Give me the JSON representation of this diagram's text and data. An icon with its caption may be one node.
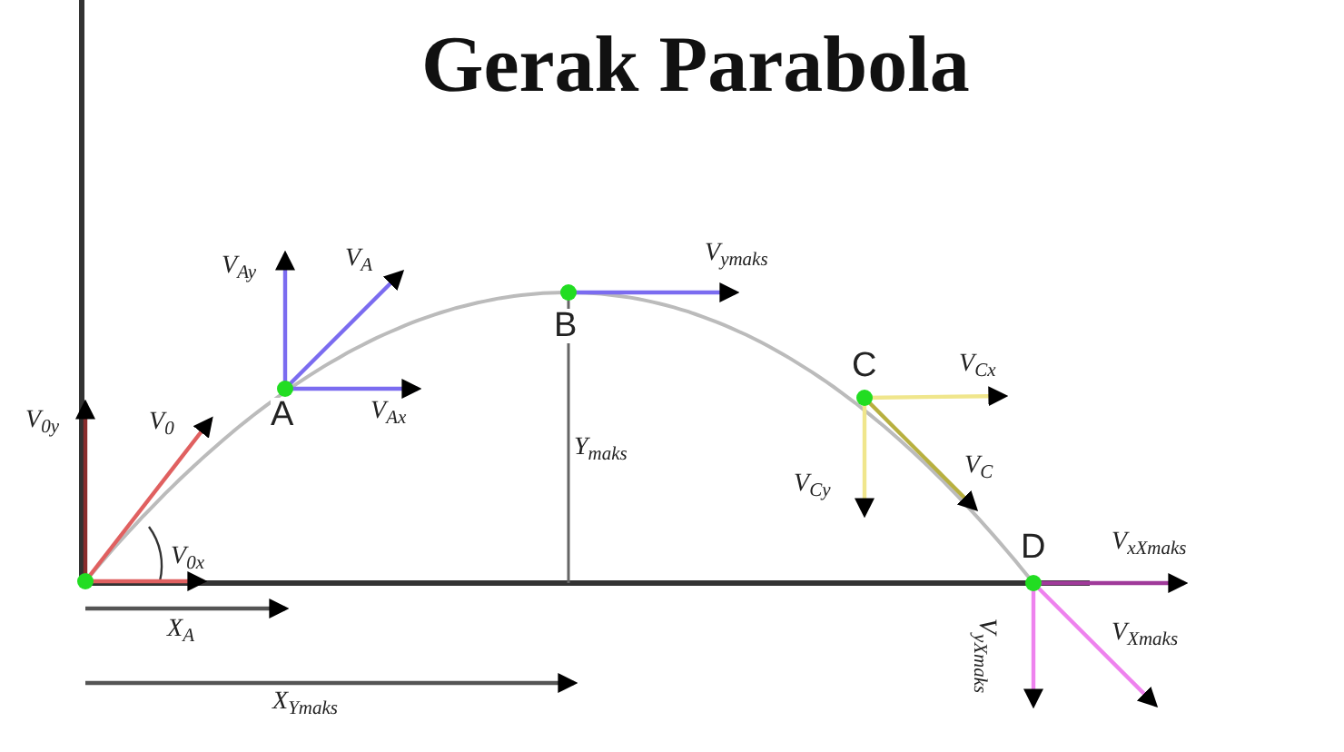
{
  "diagram": {
    "title": "Gerak Parabola",
    "labels": [
      "V$_{Ay}$",
      "V$_{A}$",
      "V$_{ymaks}$",
      "V$_{0y}$",
      "V$_{0}$",
      "A",
      "V$_{Ax}$",
      "B",
      "C",
      "V$_{Cx}$",
      "Y$_{maks}$",
      "V$_{Cy}$",
      "V$_{C}$",
      "V$_{0x}$",
      "D",
      "V$_{xXmaks}$",
      "X$_{A}$",
      "V$_{Xmaks}$",
      "V$_{yXmaks}$",
      "X$_{Ymaks}$"
    ]
  }
}
